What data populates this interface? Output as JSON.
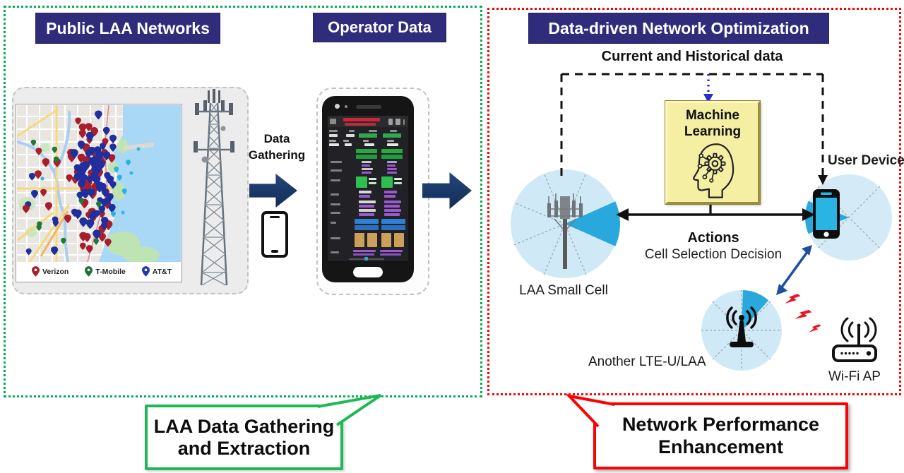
{
  "colors": {
    "header_bg": "#2f2c7c",
    "green_border": "#00b050",
    "red_border": "#ff0000",
    "arrow_navy": "#16355e",
    "circle_fill": "#cfe9f6",
    "wedge_fill": "#29a9db",
    "ml_fill": "#f5efa3",
    "blue_arrow": "#1d4fa1",
    "bolt_red": "#ee1220",
    "map_water": "#a9d8f7",
    "map_park": "#bfe4b4"
  },
  "left_panel": {
    "public_header": "Public LAA Networks",
    "operator_header": "Operator Data",
    "data_gathering_label": "Data Gathering",
    "map_legend": [
      {
        "label": "Verizon",
        "color": "#a81e2c"
      },
      {
        "label": "T-Mobile",
        "color": "#1d6f38"
      },
      {
        "label": "AT&T",
        "color": "#2038b0"
      }
    ],
    "callout_line1": "LAA Data Gathering",
    "callout_line2": "and Extraction"
  },
  "right_panel": {
    "header": "Data-driven Network Optimization",
    "data_label": "Current and Historical data",
    "ml_label": "Machine Learning",
    "user_device_label": "User Device",
    "laa_cell_label": "LAA Small Cell",
    "actions_label": "Actions",
    "actions_sub_label": "Cell Selection Decision",
    "another_lte_label": "Another LTE-U/LAA",
    "wifi_label": "Wi-Fi AP",
    "callout_line1": "Network Performance",
    "callout_line2": "Enhancement"
  }
}
